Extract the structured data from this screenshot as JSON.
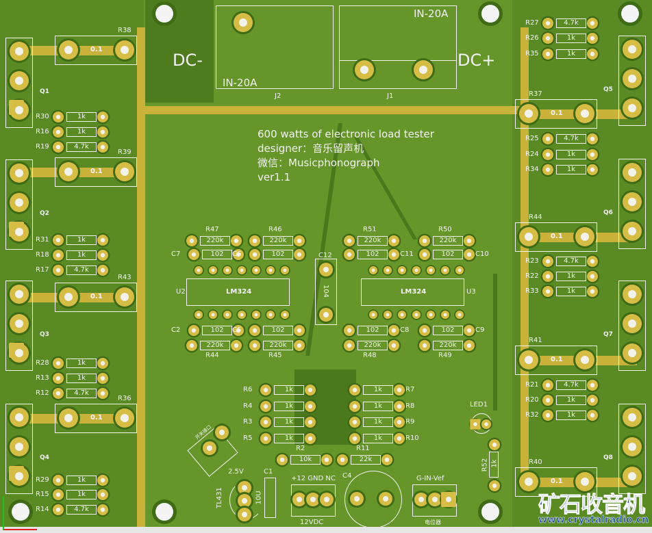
{
  "title_lines": [
    "600 watts of electronic load tester",
    "designer：音乐留声机",
    "微信：Musicphonograph",
    "ver1.1"
  ],
  "connectors": {
    "dc_minus": "DC-",
    "dc_plus": "DC+",
    "j2": {
      "ref": "J2",
      "label": "IN-20A"
    },
    "j1": {
      "ref": "J1",
      "label": "IN-20A"
    }
  },
  "mosfets": [
    "Q1",
    "Q2",
    "Q3",
    "Q4",
    "Q5",
    "Q6",
    "Q7",
    "Q8"
  ],
  "shunts": [
    {
      "ref": "R38",
      "value": "0.1"
    },
    {
      "ref": "R39",
      "value": "0.1"
    },
    {
      "ref": "R43",
      "value": "0.1"
    },
    {
      "ref": "R36",
      "value": "0.1"
    },
    {
      "ref": "R37",
      "value": "0.1"
    },
    {
      "ref": "R44",
      "value": "0.1"
    },
    {
      "ref": "R41",
      "value": "0.1"
    },
    {
      "ref": "R40",
      "value": "0.1"
    }
  ],
  "resistors": [
    {
      "ref": "R30",
      "value": "1k"
    },
    {
      "ref": "R16",
      "value": "1k"
    },
    {
      "ref": "R19",
      "value": "4.7k"
    },
    {
      "ref": "R31",
      "value": "1k"
    },
    {
      "ref": "R18",
      "value": "1k"
    },
    {
      "ref": "R17",
      "value": "4.7k"
    },
    {
      "ref": "R28",
      "value": "1k"
    },
    {
      "ref": "R13",
      "value": "1k"
    },
    {
      "ref": "R12",
      "value": "4.7k"
    },
    {
      "ref": "R29",
      "value": "1k"
    },
    {
      "ref": "R15",
      "value": "1k"
    },
    {
      "ref": "R14",
      "value": "4.7k"
    },
    {
      "ref": "R27",
      "value": "4.7k"
    },
    {
      "ref": "R26",
      "value": "1k"
    },
    {
      "ref": "R35",
      "value": "1k"
    },
    {
      "ref": "R25",
      "value": "4.7k"
    },
    {
      "ref": "R24",
      "value": "1k"
    },
    {
      "ref": "R34",
      "value": "1k"
    },
    {
      "ref": "R23",
      "value": "4.7k"
    },
    {
      "ref": "R22",
      "value": "1k"
    },
    {
      "ref": "R33",
      "value": "1k"
    },
    {
      "ref": "R21",
      "value": "4.7k"
    },
    {
      "ref": "R20",
      "value": "1k"
    },
    {
      "ref": "R32",
      "value": "1k"
    },
    {
      "ref": "R47",
      "value": "220k"
    },
    {
      "ref": "R46",
      "value": "220k"
    },
    {
      "ref": "R51",
      "value": "220k"
    },
    {
      "ref": "R50",
      "value": "220k"
    },
    {
      "ref": "R44",
      "value": "220k"
    },
    {
      "ref": "R45",
      "value": "220k"
    },
    {
      "ref": "R48",
      "value": "220k"
    },
    {
      "ref": "R49",
      "value": "220k"
    },
    {
      "ref": "C7",
      "value": "102"
    },
    {
      "ref": "C6",
      "value": "102"
    },
    {
      "ref": "C11",
      "value": "102"
    },
    {
      "ref": "C10",
      "value": "102"
    },
    {
      "ref": "C2",
      "value": "102"
    },
    {
      "ref": "C5",
      "value": "102"
    },
    {
      "ref": "C8",
      "value": "102"
    },
    {
      "ref": "C9",
      "value": "102"
    },
    {
      "ref": "R6",
      "value": "1k"
    },
    {
      "ref": "R4",
      "value": "1k"
    },
    {
      "ref": "R3",
      "value": "1k"
    },
    {
      "ref": "R5",
      "value": "1k"
    },
    {
      "ref": "R7",
      "value": "1k"
    },
    {
      "ref": "R8",
      "value": "1k"
    },
    {
      "ref": "R9",
      "value": "1k"
    },
    {
      "ref": "R10",
      "value": "1k"
    },
    {
      "ref": "R2",
      "value": "10k"
    },
    {
      "ref": "R11",
      "value": "22k"
    }
  ],
  "ics": [
    {
      "ref": "U2",
      "part": "LM324"
    },
    {
      "ref": "U3",
      "part": "LM324"
    }
  ],
  "c12": {
    "ref": "C12",
    "value": "104"
  },
  "c1": {
    "ref": "C1",
    "value": "10U"
  },
  "c4": {
    "ref": "C4"
  },
  "tl431": {
    "ref": "TL431",
    "voltage": "2.5V"
  },
  "power_header": {
    "pins": "+12 GND NC",
    "label": "12VDC"
  },
  "pot_header": {
    "pins": "G-IN-Vef",
    "label": "电位器"
  },
  "switch_label": "开关接口",
  "led": {
    "ref": "LED1"
  },
  "r52": {
    "ref": "R52",
    "value": "1k"
  },
  "watermark": {
    "title": "矿石收音机",
    "url": "www.crystalradio.cn"
  }
}
